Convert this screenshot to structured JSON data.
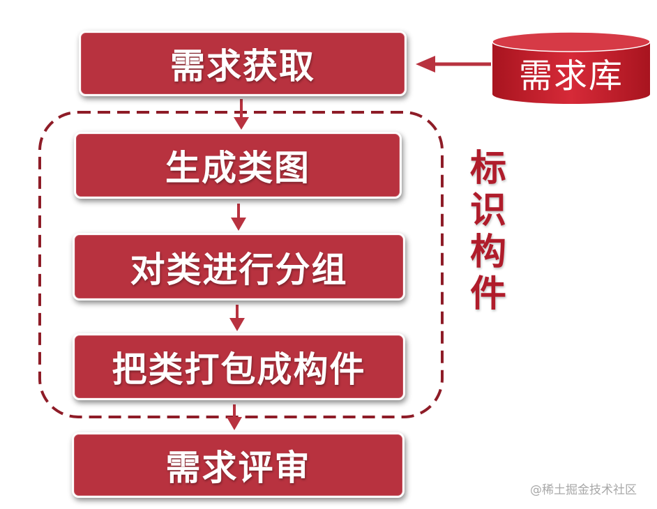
{
  "steps": [
    {
      "id": "acquire",
      "label": "需求获取"
    },
    {
      "id": "class-diagram",
      "label": "生成类图"
    },
    {
      "id": "group-classes",
      "label": "对类进行分组"
    },
    {
      "id": "package-components",
      "label": "把类打包成构件"
    },
    {
      "id": "review",
      "label": "需求评审"
    }
  ],
  "repository": {
    "label": "需求库"
  },
  "group": {
    "label": "标\n识\n构\n件"
  },
  "watermark": "@稀土掘金技术社区",
  "colors": {
    "box_fill": "#b8323f",
    "arrow": "#b8323f",
    "dashed_border": "#8e1c27",
    "side_text": "#b01c2b",
    "db_fill": "#c4202e"
  }
}
